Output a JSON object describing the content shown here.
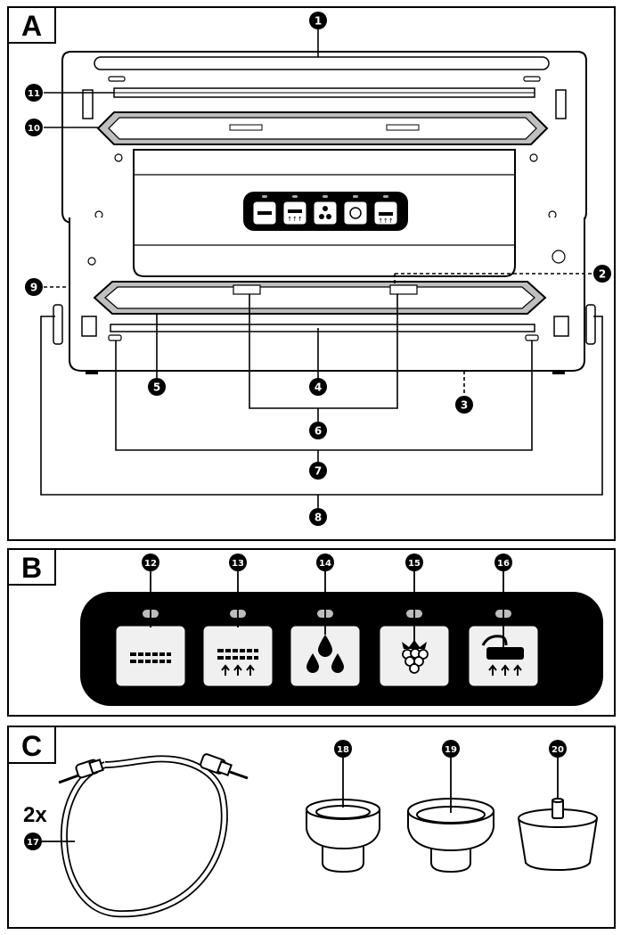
{
  "sections": {
    "a": {
      "label": "A"
    },
    "b": {
      "label": "B"
    },
    "c": {
      "label": "C"
    }
  },
  "callouts_a": {
    "c1": "1",
    "c2": "2",
    "c3": "3",
    "c4": "4",
    "c5": "5",
    "c6": "6",
    "c7": "7",
    "c8": "8",
    "c9": "9",
    "c10": "10",
    "c11": "11"
  },
  "callouts_b": {
    "c12": "12",
    "c13": "13",
    "c14": "14",
    "c15": "15",
    "c16": "16"
  },
  "callouts_c": {
    "c17": "17",
    "c18": "18",
    "c19": "19",
    "c20": "20"
  },
  "hose": {
    "quantity": "2x"
  },
  "panel_icons": [
    "seal-icon",
    "vacuum-seal-icon",
    "moist-icon",
    "soft-food-icon",
    "accessory-vacuum-icon"
  ],
  "colors": {
    "line": "#000000",
    "gasket": "#9a9a9a",
    "panel": "#000000",
    "button": "#f0f0f0",
    "led": "#bdbdbd"
  }
}
